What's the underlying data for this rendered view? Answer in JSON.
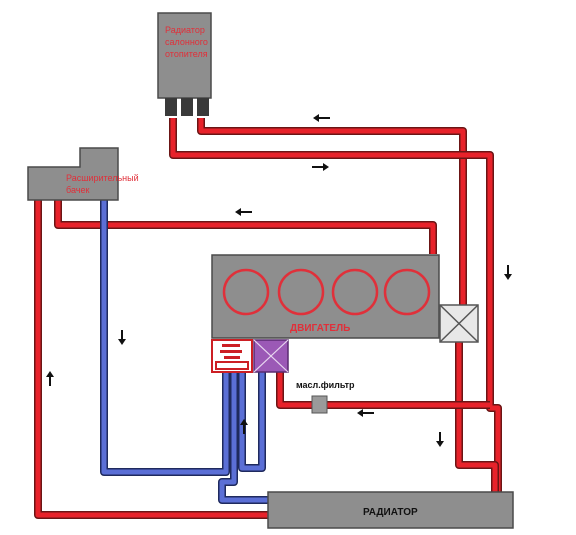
{
  "labels": {
    "heater_line1": "Радиатор",
    "heater_line2": "салонного",
    "heater_line3": "отопителя",
    "tank_line1": "Расширительный",
    "tank_line2": "бачек",
    "engine": "ДВИГАТЕЛЬ",
    "oil_filter": "масл.фильтр",
    "radiator": "РАДИАТОР"
  },
  "colors": {
    "hot_pipe": "#e8222a",
    "cold_pipe": "#5b6fd6",
    "component": "#8e8e8e",
    "thermostat": "#9b59b6",
    "label_red": "#e0303a"
  },
  "arrows": [
    {
      "name": "arrow-heater-return",
      "direction": "left"
    },
    {
      "name": "arrow-heater-supply",
      "direction": "right"
    },
    {
      "name": "arrow-tank-return",
      "direction": "left"
    },
    {
      "name": "arrow-tank-down",
      "direction": "down"
    },
    {
      "name": "arrow-left-up",
      "direction": "up"
    },
    {
      "name": "arrow-pump-up",
      "direction": "up"
    },
    {
      "name": "arrow-oil-return",
      "direction": "left"
    },
    {
      "name": "arrow-right-down",
      "direction": "down"
    },
    {
      "name": "arrow-radiator-down",
      "direction": "down"
    }
  ],
  "cylinders": 4
}
